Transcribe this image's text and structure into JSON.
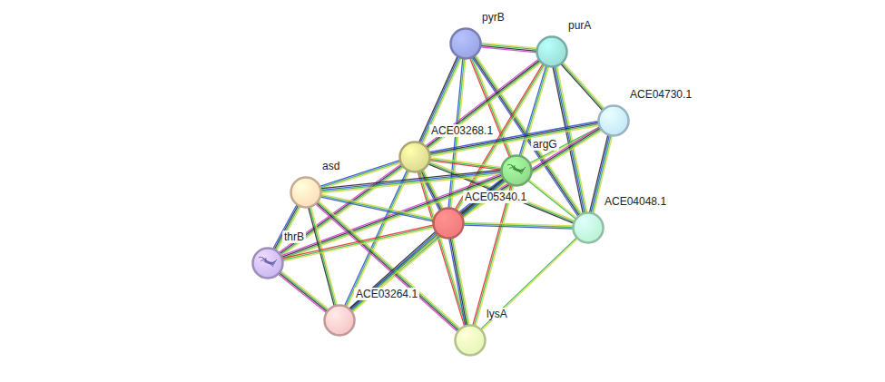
{
  "diagram": {
    "nodes": [
      {
        "text": [
          "pyrB"
        ]
      },
      {
        "text": [
          "purA"
        ]
      },
      {
        "text": [
          "ACE04730.1"
        ]
      },
      {
        "text": [
          "ACE03268.1"
        ]
      },
      {
        "text": [
          "argG"
        ]
      },
      {
        "text": [
          "asd"
        ]
      },
      {
        "text": [
          "ACE05340.1"
        ]
      },
      {
        "text": [
          "ACE04048.1"
        ]
      },
      {
        "text": [
          "thrB"
        ]
      },
      {
        "text": [
          "ACE03264.1"
        ]
      },
      {
        "text": [
          "lysA"
        ]
      }
    ],
    "edges": [
      {
        "from": 0,
        "to": 1,
        "arrow": "none"
      },
      {
        "from": 0,
        "to": 3,
        "arrow": "none"
      },
      {
        "from": 0,
        "to": 4,
        "arrow": "none"
      },
      {
        "from": 0,
        "to": 6,
        "arrow": "none"
      },
      {
        "from": 0,
        "to": 7,
        "arrow": "none"
      },
      {
        "from": 1,
        "to": 2,
        "arrow": "none"
      },
      {
        "from": 1,
        "to": 3,
        "arrow": "none"
      },
      {
        "from": 1,
        "to": 4,
        "arrow": "none"
      },
      {
        "from": 1,
        "to": 6,
        "arrow": "none"
      },
      {
        "from": 1,
        "to": 7,
        "arrow": "none"
      },
      {
        "from": 2,
        "to": 3,
        "arrow": "none"
      },
      {
        "from": 2,
        "to": 4,
        "arrow": "none"
      },
      {
        "from": 2,
        "to": 6,
        "arrow": "none"
      },
      {
        "from": 2,
        "to": 7,
        "arrow": "none"
      },
      {
        "from": 3,
        "to": 4,
        "arrow": "none"
      },
      {
        "from": 3,
        "to": 5,
        "arrow": "none"
      },
      {
        "from": 3,
        "to": 6,
        "arrow": "none"
      },
      {
        "from": 3,
        "to": 7,
        "arrow": "none"
      },
      {
        "from": 3,
        "to": 8,
        "arrow": "none"
      },
      {
        "from": 3,
        "to": 9,
        "arrow": "none"
      },
      {
        "from": 3,
        "to": 10,
        "arrow": "none"
      },
      {
        "from": 4,
        "to": 5,
        "arrow": "none"
      },
      {
        "from": 4,
        "to": 6,
        "arrow": "none"
      },
      {
        "from": 4,
        "to": 7,
        "arrow": "none"
      },
      {
        "from": 4,
        "to": 8,
        "arrow": "none"
      },
      {
        "from": 4,
        "to": 9,
        "arrow": "none"
      },
      {
        "from": 4,
        "to": 10,
        "arrow": "none"
      },
      {
        "from": 5,
        "to": 6,
        "arrow": "none"
      },
      {
        "from": 5,
        "to": 8,
        "arrow": "none"
      },
      {
        "from": 5,
        "to": 9,
        "arrow": "none"
      },
      {
        "from": 5,
        "to": 10,
        "arrow": "none"
      },
      {
        "from": 6,
        "to": 7,
        "arrow": "none"
      },
      {
        "from": 6,
        "to": 8,
        "arrow": "none"
      },
      {
        "from": 6,
        "to": 9,
        "arrow": "none"
      },
      {
        "from": 6,
        "to": 10,
        "arrow": "none"
      },
      {
        "from": 7,
        "to": 10,
        "arrow": "none"
      },
      {
        "from": 8,
        "to": 9,
        "arrow": "none"
      }
    ]
  }
}
